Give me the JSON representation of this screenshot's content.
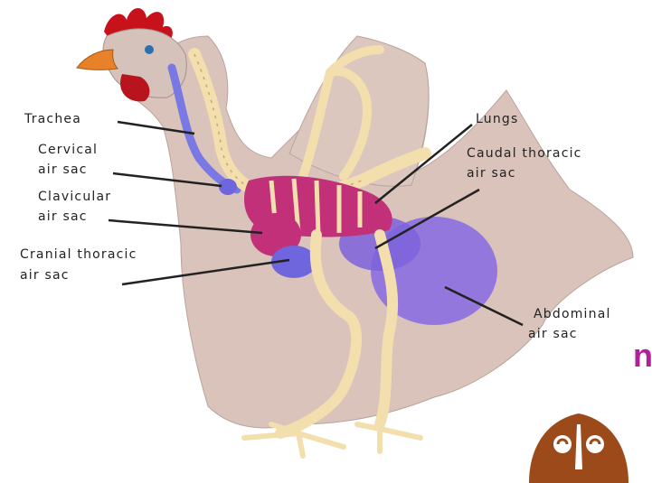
{
  "diagram": {
    "labels": {
      "trachea": "Trachea",
      "cervical_1": "Cervical",
      "cervical_2": "air sac",
      "clavicular_1": "Clavicular",
      "clavicular_2": "air sac",
      "cranial_1": "Cranial thoracic",
      "cranial_2": "air sac",
      "lungs": "Lungs",
      "caudal_1": "Caudal thoracic",
      "caudal_2": "air sac",
      "abdominal_1": "Abdominal",
      "abdominal_2": "air sac"
    },
    "fragment_text": "n",
    "colors": {
      "body": "#d9c3bb",
      "skeleton": "#f6e3b4",
      "air_sac": "#8b6fe0",
      "lung": "#c2307a",
      "comb": "#c8121b",
      "beak": "#e8822a",
      "logo": "#9c4a1a"
    }
  }
}
